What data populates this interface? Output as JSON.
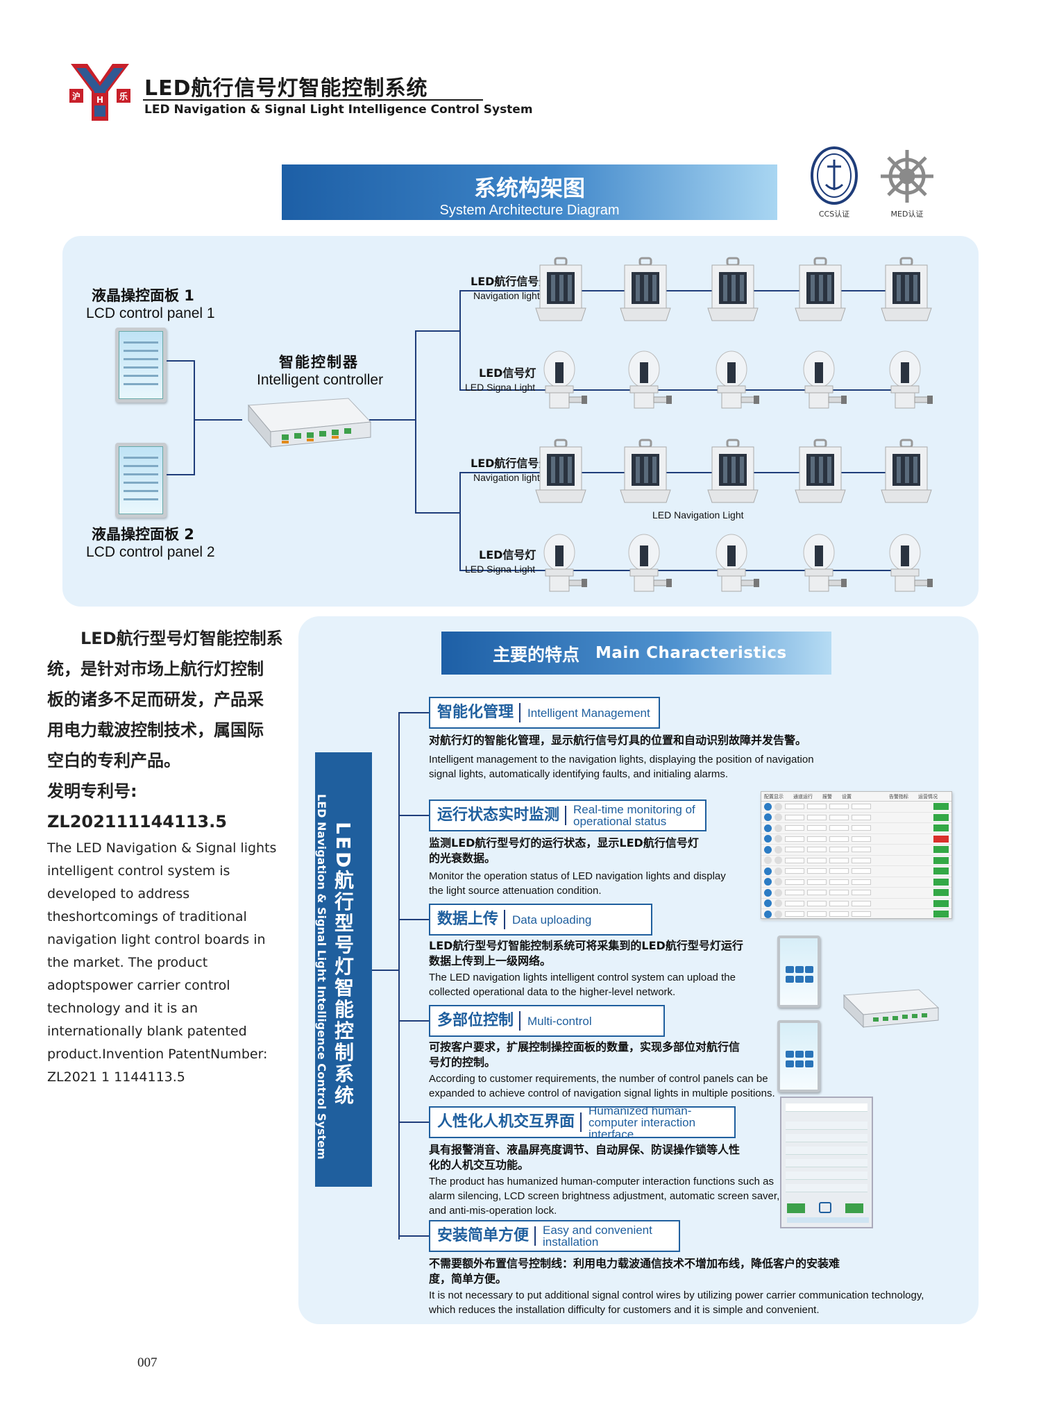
{
  "header": {
    "title_cn": "LED航行信号灯智能控制系统",
    "title_en": "LED Navigation & Signal Light Intelligence Control System",
    "logo_letters": [
      "沪",
      "H",
      "乐"
    ]
  },
  "architecture": {
    "banner_cn": "系统构架图",
    "banner_en": "System Architecture Diagram",
    "certs": [
      {
        "label": "CCS认证",
        "icon": "ccs-seal-icon"
      },
      {
        "label": "MED认证",
        "icon": "ship-wheel-icon"
      }
    ],
    "panel1_cn": "液晶操控面板 1",
    "panel1_en": "LCD control panel 1",
    "panel2_cn": "液晶操控面板 2",
    "panel2_en": "LCD control panel 2",
    "controller_cn": "智能控制器",
    "controller_en": "Intelligent controller",
    "rows": [
      {
        "cn": "LED航行信号灯",
        "en": "Navigation light",
        "kind": "nav"
      },
      {
        "cn": "LED信号灯",
        "en": "LED Signa  Light",
        "kind": "signal"
      },
      {
        "cn": "LED航行信号灯",
        "en": "Navigation light",
        "kind": "nav"
      },
      {
        "cn": "LED信号灯",
        "en": "LED Signa  Light",
        "kind": "signal"
      }
    ],
    "caption": "LED  Navigation Light"
  },
  "intro": {
    "cn_lines": [
      "LED航行型号灯智能控制系",
      "统，是针对市场上航行灯控制",
      "板的诸多不足而研发，产品采",
      "用电力载波控制技术，属国际",
      "空白的专利产品。",
      "发明专利号:",
      "ZL202111144113.5"
    ],
    "en_lines": [
      "The LED Navigation & Signal lights",
      "intelligent control system is",
      "developed to address",
      "theshortcomings of traditional",
      "navigation light control boards in",
      "the market. The product",
      "adoptspower carrier control",
      "technology and it is an",
      "internationally blank patented",
      "product.Invention PatentNumber:",
      "ZL2021 1 1144113.5"
    ]
  },
  "features": {
    "banner_cn": "主要的特点",
    "banner_en": "Main Characteristics",
    "vertical_cn": "LED航行型号灯智能控制系统",
    "vertical_en": "LED Navigation & Signal Light Intelligence Control System",
    "items": [
      {
        "cn": "智能化管理",
        "en": "Intelligent Management",
        "desc_cn": [
          "对航行灯的智能化管理，显示航行信号灯具的位置和自动识别故障并发告警。"
        ],
        "desc_en": [
          "Intelligent management to the navigation lights, displaying the position of navigation",
          "signal lights, automatically identifying faults, and initialing alarms."
        ]
      },
      {
        "cn": "运行状态实时监测",
        "en": "Real-time monitoring of operational status",
        "desc_cn": [
          "监测LED航行型号灯的运行状态，显示LED航行信号灯",
          "的光衰数据。"
        ],
        "desc_en": [
          "Monitor the operation status of LED navigation  lights and display",
          "the light source attenuation condition."
        ]
      },
      {
        "cn": "数据上传",
        "en": "Data uploading",
        "desc_cn": [
          "LED航行型号灯智能控制系统可将采集到的LED航行型号灯运行",
          "数据上传到上一级网络。"
        ],
        "desc_en": [
          "The LED navigation lights intelligent control system can upload the",
          "collected operational data to the higher-level network."
        ]
      },
      {
        "cn": "多部位控制",
        "en": "Multi-control",
        "desc_cn": [
          "可按客户要求，扩展控制操控面板的数量，实现多部位对航行信",
          "号灯的控制。"
        ],
        "desc_en": [
          "According to customer requirements, the number of control panels can be",
          "expanded to achieve control of navigation signal lights in multiple positions."
        ]
      },
      {
        "cn": "人性化人机交互界面",
        "en": "Humanized human-computer interaction interface",
        "desc_cn": [
          "具有报警消音、液晶屏亮度调节、自动屏保、防误操作锁等人性",
          "化的人机交互功能。"
        ],
        "desc_en": [
          "The product has humanized human-computer interaction functions such as",
          "alarm silencing, LCD screen brightness adjustment, automatic screen saver,",
          "and anti-mis-operation lock."
        ]
      },
      {
        "cn": "安装简单方便",
        "en": "Easy and convenient installation",
        "desc_cn": [
          "不需要额外布置信号控制线：利用电力载波通信技术不增加布线，降低客户的安装难",
          "度，简单方便。"
        ],
        "desc_en": [
          "It is not necessary to put additional signal control wires by utilizing power carrier communication technology,",
          "which reduces the installation difficulty for customers and it is simple and convenient."
        ]
      }
    ]
  },
  "status_table": {
    "headers": [
      "配置显示",
      "通道运行",
      "报警",
      "设置",
      "告警指标",
      "运营情况"
    ],
    "rows": 11,
    "alarm_row": 3
  },
  "colors": {
    "brand_blue": "#1f5f9e",
    "line_navy": "#1f3d7a",
    "panel_bg": "#e4f1fb",
    "ok_green": "#33a846",
    "alarm_red": "#d9302c",
    "logo_red": "#c8202a"
  },
  "footer": {
    "page_number": "007"
  }
}
